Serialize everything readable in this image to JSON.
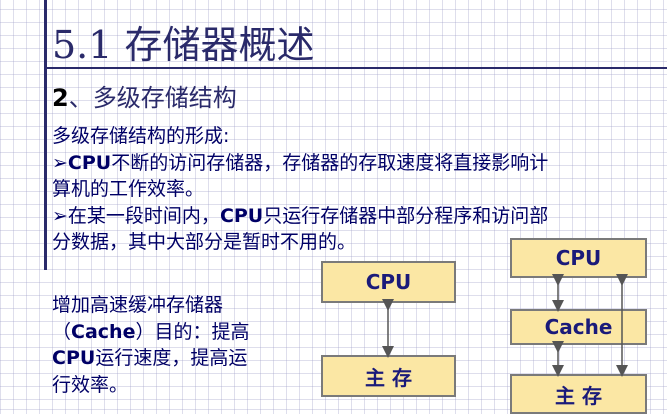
{
  "slide": {
    "title": "5.1 存储器概述",
    "subtitle_num": "2",
    "subtitle_text": "、多级存储结构",
    "intro": "多级存储结构的形成:",
    "bullet_mark": "➢",
    "line1_bold": "CPU",
    "line1_rest": "不断的访问存储器，存储器的存取速度将直接影响计",
    "line2": "算机的工作效率。",
    "line3_pre": "在某一段时间内，",
    "line3_bold": "CPU",
    "line3_rest": "只运行存储器中部分程序和访问部",
    "line4": "分数据，其中大部分是暂时不用的。",
    "cache_line1": "增加高速缓冲存储器",
    "cache_line2_pre": "（",
    "cache_line2_bold": "Cache",
    "cache_line2_rest": "）目的：提高",
    "cache_line3_bold": "CPU",
    "cache_line3_rest": "运行速度，提高运",
    "cache_line4": "行效率。"
  },
  "diagram_left": {
    "top_box": "CPU",
    "bottom_box": "主 存"
  },
  "diagram_right": {
    "top_box": "CPU",
    "middle_box": "Cache",
    "bottom_box": "主 存"
  },
  "colors": {
    "title": "#2a2a6a",
    "body_text": "#000066",
    "box_fill": "#fbe7a4",
    "box_border": "#7a7a7a"
  }
}
